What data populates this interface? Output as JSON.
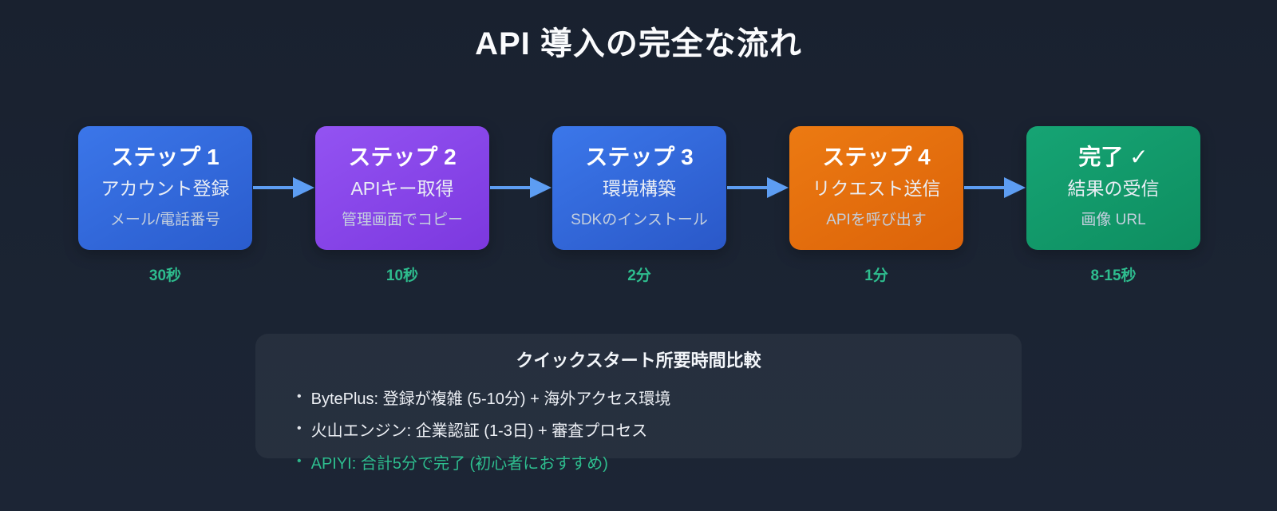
{
  "page": {
    "title": "API 導入の完全な流れ"
  },
  "flow": {
    "steps": [
      {
        "title": "ステップ 1",
        "subtitle": "アカウント登録",
        "detail": "メール/電話番号",
        "duration": "30秒",
        "theme": "blue"
      },
      {
        "title": "ステップ 2",
        "subtitle": "APIキー取得",
        "detail": "管理画面でコピー",
        "duration": "10秒",
        "theme": "purple"
      },
      {
        "title": "ステップ 3",
        "subtitle": "環境構築",
        "detail": "SDKのインストール",
        "duration": "2分",
        "theme": "blue"
      },
      {
        "title": "ステップ 4",
        "subtitle": "リクエスト送信",
        "detail": "APIを呼び出す",
        "duration": "1分",
        "theme": "orange"
      },
      {
        "title": "完了 ✓",
        "subtitle": "結果の受信",
        "detail": "画像 URL",
        "duration": "8-15秒",
        "theme": "green"
      }
    ],
    "bullet_char": "•"
  },
  "comparison": {
    "title": "クイックスタート所要時間比較",
    "items": [
      {
        "text": "BytePlus: 登録が複雑 (5-10分) + 海外アクセス環境",
        "highlight": false
      },
      {
        "text": "火山エンジン: 企業認証 (1-3日) + 審査プロセス",
        "highlight": false
      },
      {
        "text": "APIYI: 合計5分で完了 (初心者におすすめ)",
        "highlight": true
      }
    ]
  },
  "colors": {
    "background": "#1b2433",
    "accent_green": "#2ebd8e",
    "arrow_blue": "#5d9df2",
    "box_blue": "#2f66d9",
    "box_purple": "#8746e9",
    "box_orange": "#e46f0e",
    "box_green": "#12996a",
    "panel_bg": "rgba(255,255,255,0.05)"
  }
}
